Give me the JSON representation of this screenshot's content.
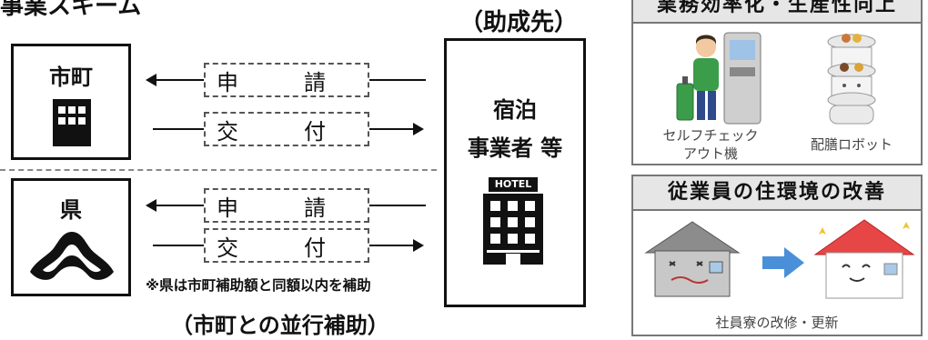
{
  "header": {
    "scheme_title": "事業スキーム",
    "recipient_label": "（助成先）"
  },
  "city": {
    "label": "市町",
    "apply_label": "申　　　請",
    "grant_label": "交　　　付"
  },
  "prefecture": {
    "label": "県",
    "apply_label": "申　　　請",
    "grant_label": "交　　　付",
    "note": "※県は市町補助額と同額以内を補助",
    "parallel_label": "（市町との並行補助）"
  },
  "recipient": {
    "line1": "宿泊",
    "line2": "事業者 等",
    "hotel_sign": "HOTEL"
  },
  "panels": {
    "efficiency": {
      "title": "業務効率化・生産性向上",
      "caption1_line1": "セルフチェック",
      "caption1_line2": "アウト機",
      "caption2": "配膳ロボット"
    },
    "housing": {
      "title": "従業員の住環境の改善",
      "caption": "社員寮の改修・更新"
    }
  }
}
